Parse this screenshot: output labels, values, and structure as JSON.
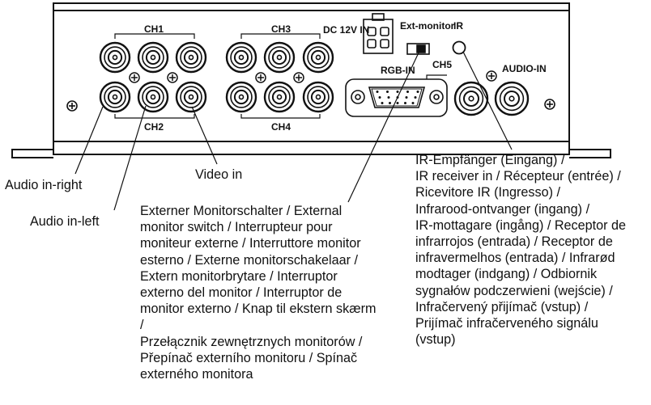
{
  "panel_labels": {
    "ch1": "CH1",
    "ch2": "CH2",
    "ch3": "CH3",
    "ch4": "CH4",
    "ch5": "CH5",
    "dc_in": "DC 12V IN",
    "ext_monitor": "Ext-monitor",
    "ir": "IR",
    "rgb_in": "RGB-IN",
    "audio_in": "AUDIO-IN"
  },
  "callouts": {
    "audio_in_right": "Audio in-right",
    "audio_in_left": "Audio in-left",
    "video_in": "Video in",
    "external_monitor_switch": "Externer Monitorschalter / External\nmonitor switch / Interrupteur pour\nmoniteur externe / Interruttore monitor\nesterno / Externe monitorschakelaar /\nExtern monitorbrytare / Interruptor\nexterno del monitor / Interruptor de\nmonitor externo / Knap til ekstern skærm /\nPrzełącznik zewnętrznych monitorów /\nPřepínač externího monitoru / Spínač\nexterného monitora",
    "ir_receiver": "IR-Empfänger (Eingang) /\nIR receiver in / Récepteur (entrée) /\nRicevitore IR (Ingresso) /\nInfrarood-ontvanger (ingang) /\nIR-mottagare (ingång) / Receptor de\ninfrarrojos (entrada) / Receptor de\ninfravermelhos (entrada) / Infrarød\nmodtager (indgang) / Odbiornik\nsygnałów podczerwieni (wejście) /\nInfračervený přijímač (vstup) /\nPrijímač infračerveného signálu\n(vstup)"
  },
  "colors": {
    "ink": "#111111",
    "background": "#ffffff"
  }
}
